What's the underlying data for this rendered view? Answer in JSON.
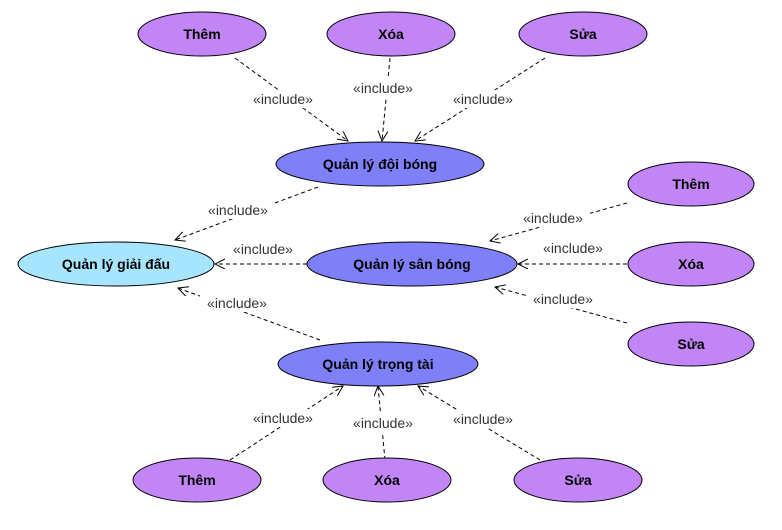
{
  "central": {
    "label": "Quản lý giải đấu"
  },
  "modules": {
    "team": {
      "label": "Quản lý đội bóng"
    },
    "stadium": {
      "label": "Quản lý sân bóng"
    },
    "referee": {
      "label": "Quản lý trọng tài"
    }
  },
  "team_actions": {
    "add": "Thêm",
    "delete": "Xóa",
    "edit": "Sửa"
  },
  "stadium_actions": {
    "add": "Thêm",
    "delete": "Xóa",
    "edit": "Sửa"
  },
  "referee_actions": {
    "add": "Thêm",
    "delete": "Xóa",
    "edit": "Sửa"
  },
  "relation_label": "«include»",
  "colors": {
    "action_fill": "#c285f5",
    "module_fill": "#7f7ff7",
    "central_fill": "#a6e5fd"
  }
}
